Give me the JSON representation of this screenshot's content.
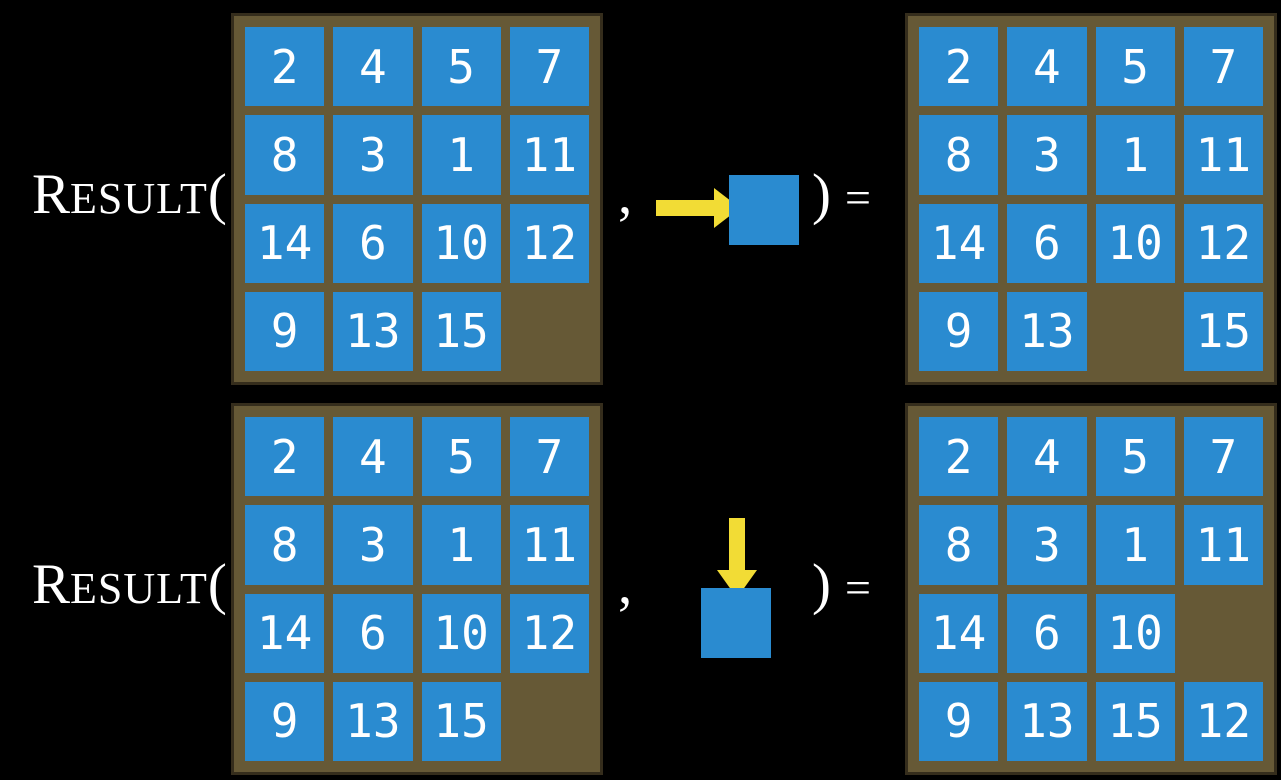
{
  "function": {
    "name_initial": "R",
    "name_rest": "ESULT",
    "open_paren": "(",
    "comma": ",",
    "close_paren": ")",
    "equals": "="
  },
  "colors": {
    "background": "#000000",
    "board": "#665936",
    "tile": "#2a8bd0",
    "arrow": "#f2dc35",
    "text": "#ffffff"
  },
  "examples": [
    {
      "action_icon": "arrow-right-icon",
      "input_grid": [
        [
          2,
          4,
          5,
          7
        ],
        [
          8,
          3,
          1,
          11
        ],
        [
          14,
          6,
          10,
          12
        ],
        [
          9,
          13,
          15,
          null
        ]
      ],
      "output_grid": [
        [
          2,
          4,
          5,
          7
        ],
        [
          8,
          3,
          1,
          11
        ],
        [
          14,
          6,
          10,
          12
        ],
        [
          9,
          13,
          null,
          15
        ]
      ]
    },
    {
      "action_icon": "arrow-down-icon",
      "input_grid": [
        [
          2,
          4,
          5,
          7
        ],
        [
          8,
          3,
          1,
          11
        ],
        [
          14,
          6,
          10,
          12
        ],
        [
          9,
          13,
          15,
          null
        ]
      ],
      "output_grid": [
        [
          2,
          4,
          5,
          7
        ],
        [
          8,
          3,
          1,
          11
        ],
        [
          14,
          6,
          10,
          null
        ],
        [
          9,
          13,
          15,
          12
        ]
      ]
    }
  ]
}
